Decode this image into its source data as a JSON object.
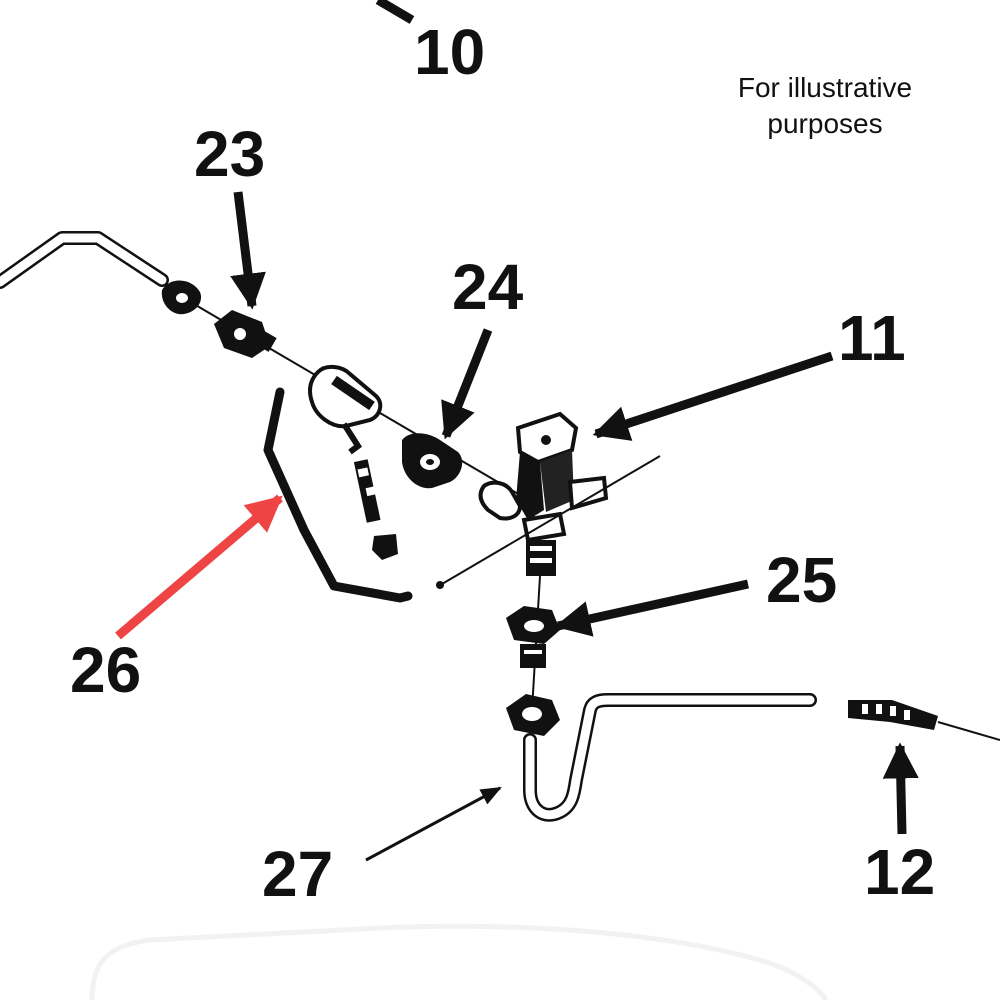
{
  "note": "For illustrative purposes",
  "callouts": {
    "c10": "10",
    "c11": "11",
    "c12": "12",
    "c23": "23",
    "c24": "24",
    "c25": "25",
    "c26": "26",
    "c27": "27"
  },
  "colors": {
    "ink": "#111111",
    "highlight_arrow": "#ee4444",
    "background": "#ffffff"
  }
}
